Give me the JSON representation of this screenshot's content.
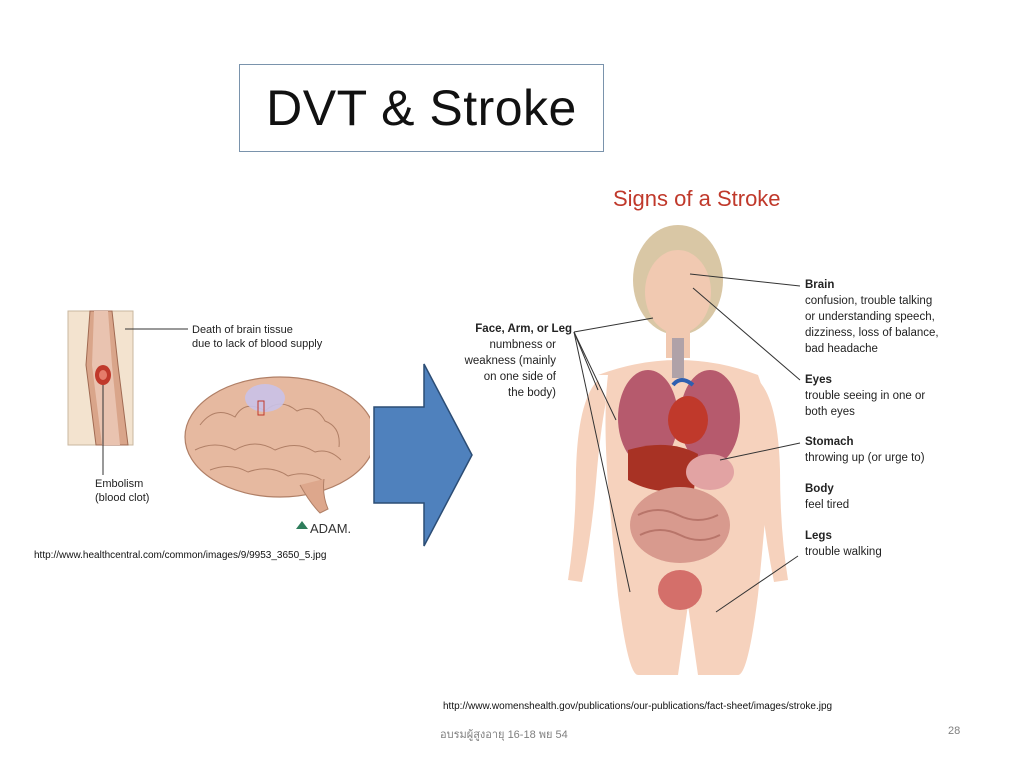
{
  "slide": {
    "title": "DVT & Stroke",
    "footer_text": "อบรมผู้สูงอายุ  16-18 พย 54",
    "page_number": "28"
  },
  "left_figure": {
    "label_death": [
      "Death of brain tissue",
      "due to lack of blood supply"
    ],
    "label_embolism": [
      "Embolism",
      "(blood clot)"
    ],
    "logo": "ADAM.",
    "source_url": "http://www.healthcentral.com/common/images/9/9953_3650_5.jpg"
  },
  "right_figure": {
    "heading": "Signs of a Stroke",
    "face_arm_leg": {
      "title": "Face, Arm, or Leg",
      "lines": [
        "numbness or",
        "weakness (mainly",
        "on one side of",
        "the body)"
      ]
    },
    "brain": {
      "title": "Brain",
      "lines": [
        "confusion, trouble talking",
        "or understanding speech,",
        "dizziness, loss of balance,",
        "bad headache"
      ]
    },
    "eyes": {
      "title": "Eyes",
      "lines": [
        "trouble seeing in one or",
        "both eyes"
      ]
    },
    "stomach": {
      "title": "Stomach",
      "lines": [
        "throwing up (or urge to)"
      ]
    },
    "body": {
      "title": "Body",
      "lines": [
        "feel tired"
      ]
    },
    "legs": {
      "title": "Legs",
      "lines": [
        "trouble walking"
      ]
    },
    "source_url": "http://www.womenshealth.gov/publications/our-publications/fact-sheet/images/stroke.jpg"
  },
  "colors": {
    "arrow_fill": "#4f81bd",
    "arrow_stroke": "#2c4d75",
    "heading_red": "#c0392b",
    "title_border": "#7a93ac"
  }
}
